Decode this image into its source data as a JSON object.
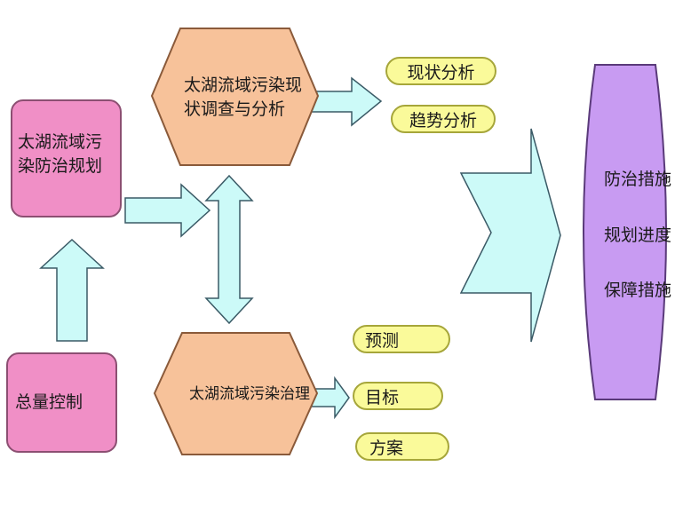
{
  "boxes": {
    "plan": "太湖流域污染防治规划",
    "total_control": "总量控制",
    "survey": "太湖流域污染现状调查与分析",
    "governance": "太湖流域污染治理"
  },
  "pills": {
    "current_analysis": "现状分析",
    "trend_analysis": "趋势分析",
    "forecast": "预测",
    "target": "目标",
    "scheme": "方案"
  },
  "outcomes": {
    "measures": "防治措施",
    "progress": "规划进度",
    "guarantee": "保障措施"
  },
  "colors": {
    "pink": "#f08fc6",
    "orange": "#f7c29a",
    "yellow": "#fafa9a",
    "cyan": "#ccfaf8",
    "purple": "#c89bf2"
  }
}
